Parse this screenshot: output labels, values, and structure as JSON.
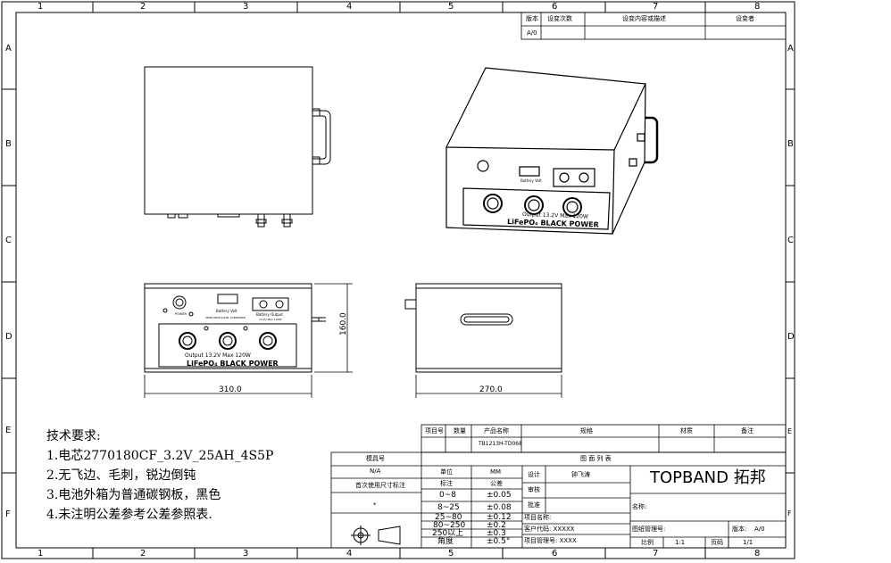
{
  "grid": {
    "cols": [
      "1",
      "2",
      "3",
      "4",
      "5",
      "6",
      "7",
      "8"
    ],
    "rows": [
      "A",
      "B",
      "C",
      "D",
      "E",
      "F"
    ]
  },
  "revision_table": {
    "headers": [
      "版本",
      "设变次数",
      "设变内容或描述",
      "设变者"
    ],
    "row": [
      "A/0",
      "",
      "",
      ""
    ]
  },
  "dimensions": {
    "height": "160.0",
    "width_front": "310.0",
    "width_side": "270.0"
  },
  "device_labels": {
    "output": "Output  13.2V  Max  120W",
    "brand": "LiFePO₄   BLACK  POWER",
    "battery_volt": "Battery Volt",
    "battery_output": "Battery Output",
    "power": "POWER",
    "small_1": "SMSP-0808-Jet-BL ACBPOWER",
    "small_2": "13.2V Max 120W"
  },
  "notes": {
    "title": "技术要求:",
    "items": [
      "1.电芯2770180CF_3.2V_25AH_4S5P",
      "2.无飞边、毛刺，锐边倒钝",
      "3.电池外箱为普通碳钢板，黑色",
      "4.未注明公差参考公差参照表."
    ]
  },
  "parts_list": {
    "headers": [
      "项目号",
      "数量",
      "产品名称",
      "规格",
      "材质",
      "备注"
    ],
    "row": [
      "",
      "",
      "TB1213H-TD068",
      "",
      "",
      ""
    ],
    "footer": "图 面 列 表"
  },
  "tolerance": {
    "model_label": "模具号",
    "model_value": "N/A",
    "note_label": "首次使用尺寸标注",
    "note_value": "*",
    "unit_label": "单位",
    "unit_value": "MM",
    "std_label": "标注",
    "std_value": "公差",
    "rows": [
      [
        "0~8",
        "±0.05"
      ],
      [
        "8~25",
        "±0.08"
      ],
      [
        "25~80",
        "±0.12"
      ],
      [
        "80~250",
        "±0.2"
      ],
      [
        "250以上",
        "±0.3"
      ],
      [
        "角度",
        "±0.5°"
      ]
    ]
  },
  "signoff": {
    "design_label": "设计",
    "design_value": "钟飞涛",
    "review_label": "审核",
    "approve_label": "批准",
    "project_name_label": "项目名称:",
    "customer_code_label": "客户代码: XXXXX",
    "project_mgr_label": "项目管理号: XXXX"
  },
  "company": {
    "name": "TOPBAND 拓邦",
    "name_label": "名称:",
    "drawing_no_label": "图纸管理号:",
    "version_label": "版本:",
    "version_value": "A/0",
    "scale_label": "比例",
    "scale_value": "1:1",
    "page_label": "页码",
    "page_value": "1/1"
  }
}
